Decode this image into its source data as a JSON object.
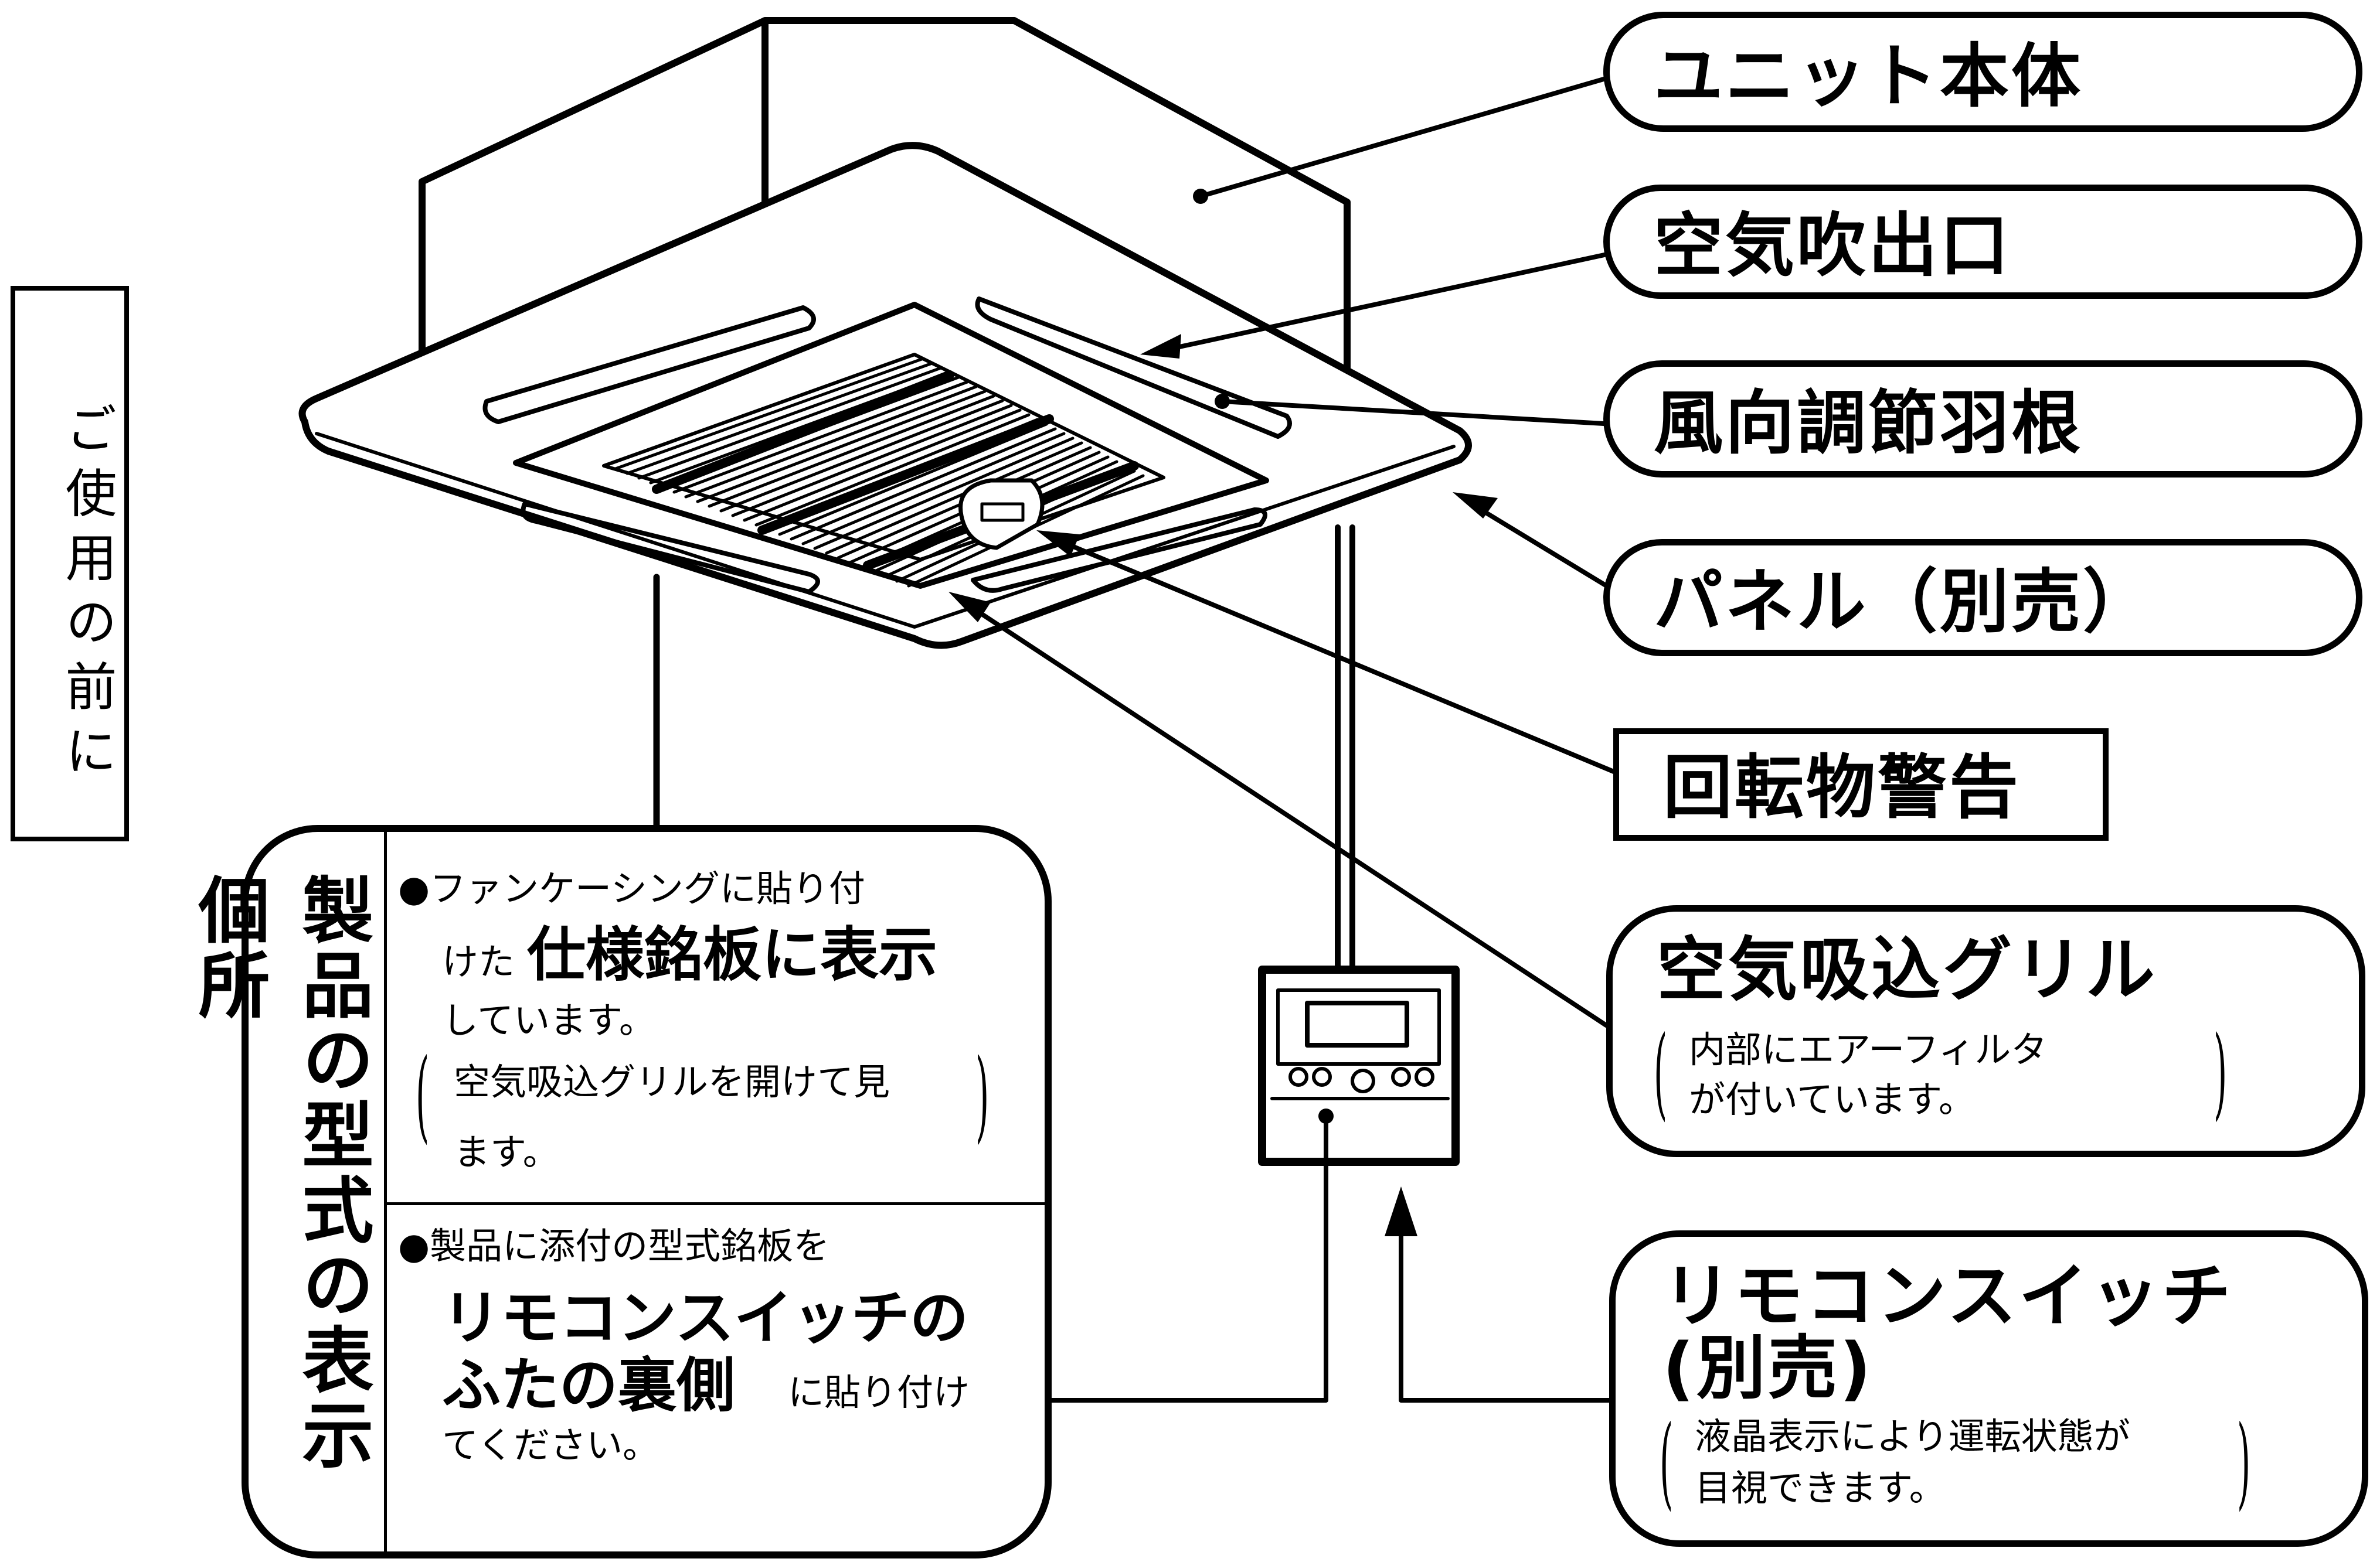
{
  "side_tab": {
    "text": "ご使用の前に"
  },
  "labels": {
    "unit_body": "ユニット本体",
    "air_outlet": "空気吹出口",
    "louver": "風向調節羽根",
    "panel": "パネル（別売）",
    "rotating_warning": "回転物警告",
    "air_inlet_grille": "空気吸込グリル",
    "air_inlet_note_1": "内部にエアーフィルタ",
    "air_inlet_note_2": "が付いています。",
    "remote_switch_1": "リモコンスイッチ",
    "remote_switch_2": "(別売)",
    "remote_note_1": "液晶表示により運転状態が",
    "remote_note_2": "目視できます。"
  },
  "model_box": {
    "heading": "製品の型式の表示個所",
    "item1": {
      "line1": "●ファンケーシングに貼り付",
      "line2_small": "けた",
      "line2_big": "仕様銘板に表示",
      "line3": "しています。",
      "paren_line1": "空気吸込グリルを開けて見",
      "paren_line2": "ます。"
    },
    "item2": {
      "line1": "●製品に添付の型式銘板を",
      "line2_big": "リモコンスイッチの",
      "line3_big": "ふたの裏側",
      "line3_small": "に貼り付け",
      "line4": "てください。"
    }
  }
}
